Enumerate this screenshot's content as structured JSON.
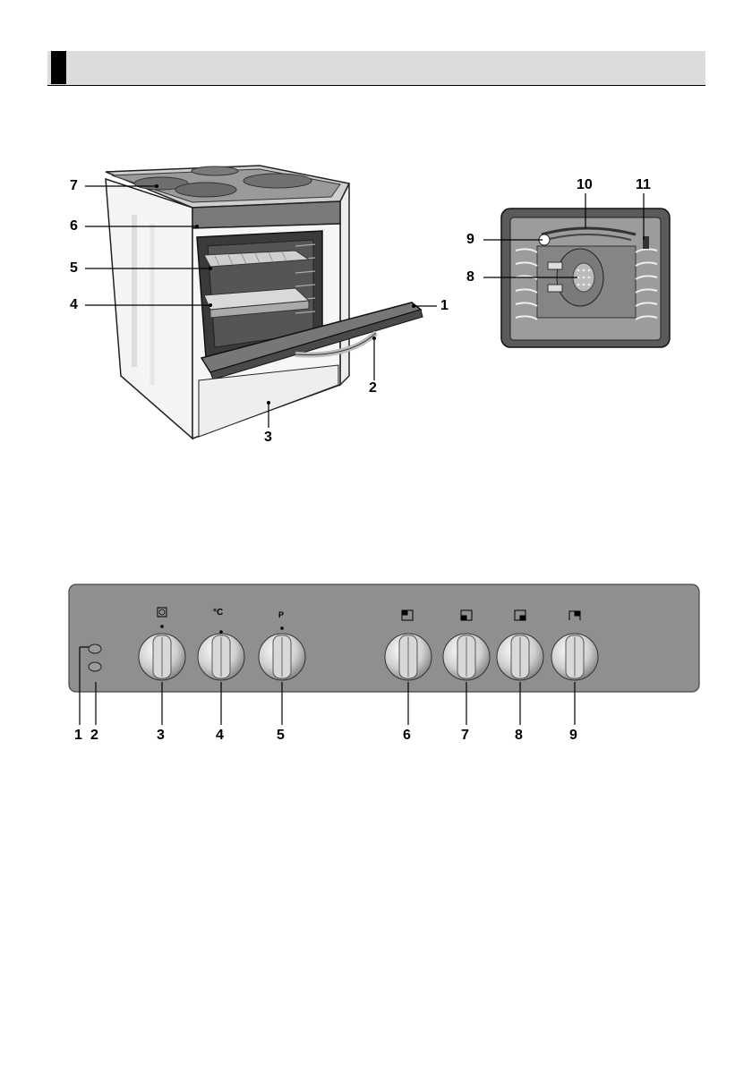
{
  "header": {
    "title": ""
  },
  "stove_figure": {
    "callouts": [
      "7",
      "6",
      "5",
      "4",
      "1",
      "2",
      "3"
    ]
  },
  "oven_interior_figure": {
    "callouts": [
      "10",
      "11",
      "9",
      "8"
    ]
  },
  "control_panel_figure": {
    "symbols": {
      "temperature": "°C",
      "program": "P"
    },
    "callouts": [
      "1",
      "2",
      "3",
      "4",
      "5",
      "6",
      "7",
      "8",
      "9"
    ]
  }
}
